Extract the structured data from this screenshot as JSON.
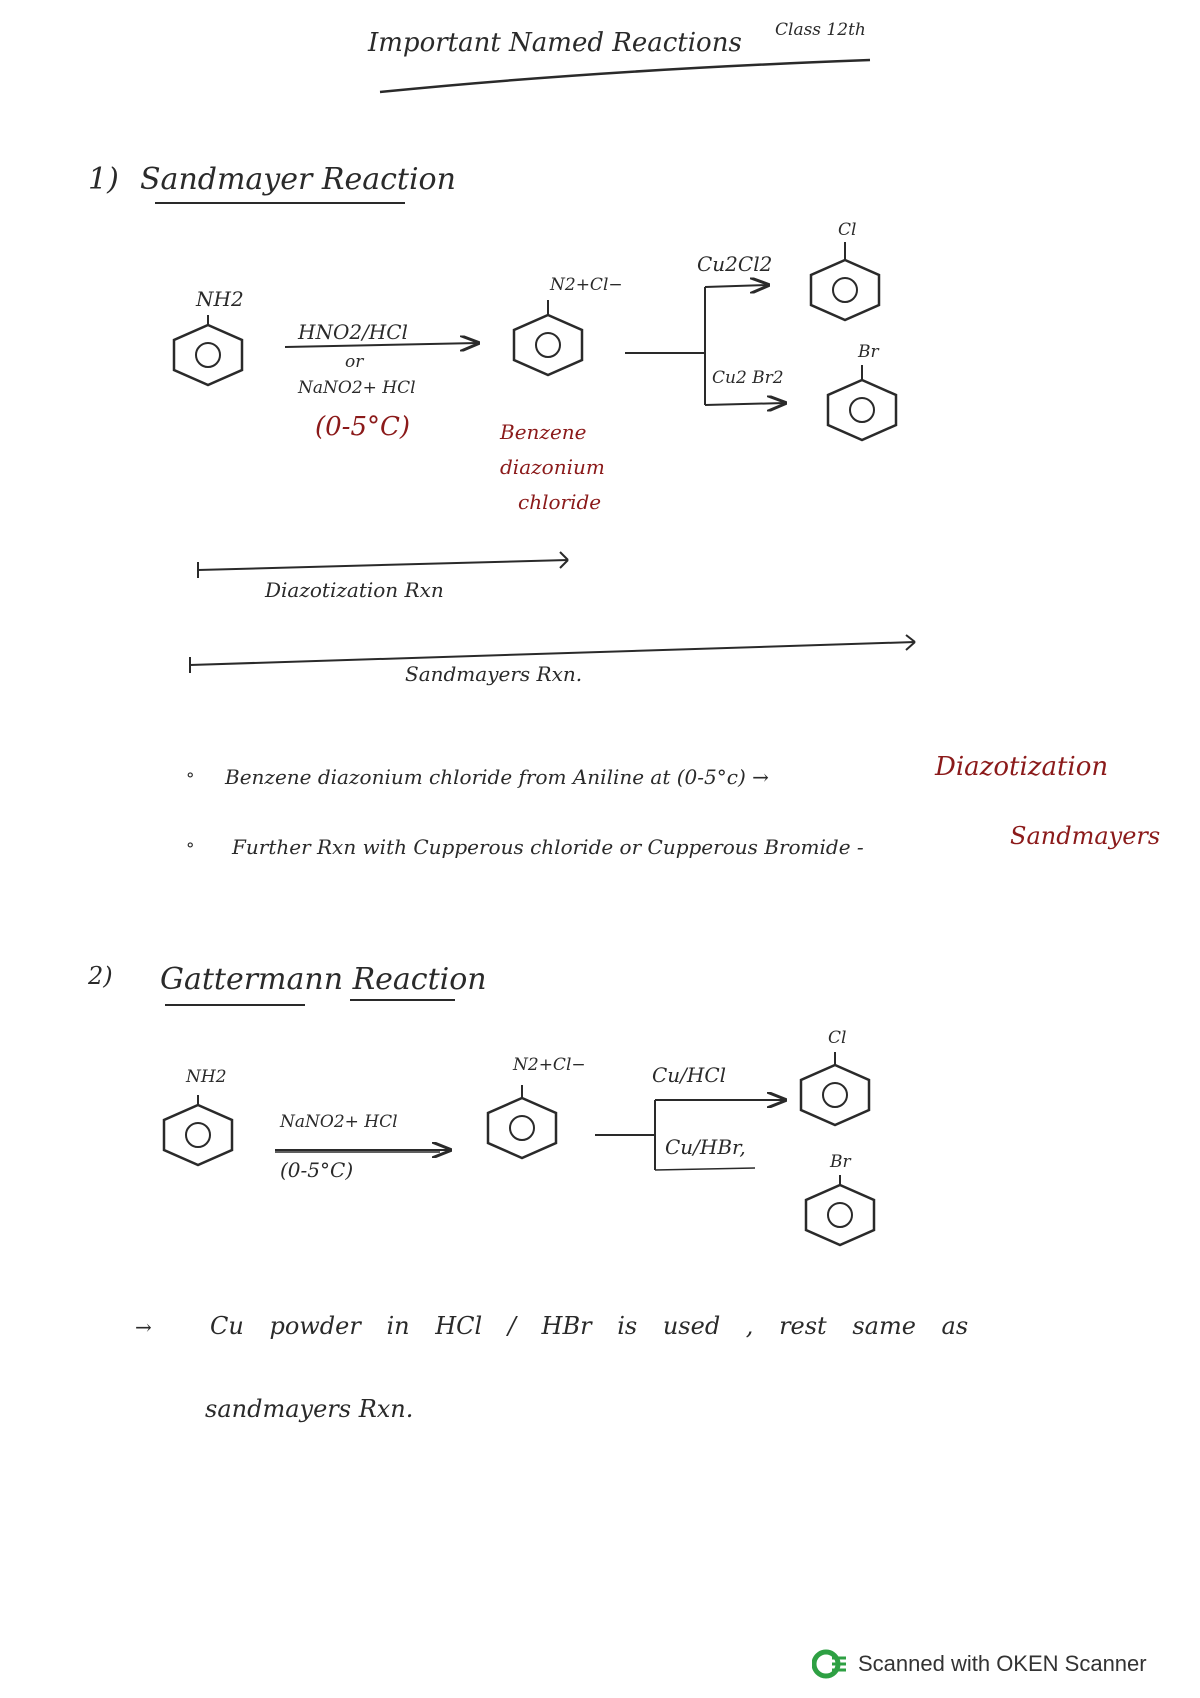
{
  "header": {
    "title": "Important Named Reactions",
    "class_label": "Class 12th"
  },
  "section1": {
    "number": "1)",
    "title": "Sandmayer Reaction",
    "reactant": "NH2",
    "reagent_top": "HNO2/HCl",
    "reagent_or": "or",
    "reagent_bottom": "NaNO2+ HCl",
    "temperature": "(0-5°C)",
    "intermediate_label": "N2+Cl−",
    "intermediate_name": [
      "Benzene",
      "diazonium",
      "chloride"
    ],
    "branch_top_reagent": "Cu2Cl2",
    "branch_bottom_reagent": "Cu2 Br2",
    "product_top": "Cl",
    "product_bottom": "Br",
    "diazotization_label": "Diazotization Rxn",
    "sandmayers_label": "Sandmayers Rxn.",
    "notes": [
      {
        "bullet": "°",
        "text": "Benzene diazonium chloride from Aniline at (0-5°c) →",
        "highlight": "Diazotization"
      },
      {
        "bullet": "°",
        "text": "Further Rxn with Cupperous chloride or Cupperous Bromide -",
        "highlight": "Sandmayers"
      }
    ]
  },
  "section2": {
    "number": "2)",
    "title": "Gattermann Reaction",
    "reactant": "NH2",
    "reagent": "NaNO2+ HCl",
    "temperature": "(0-5°C)",
    "intermediate_label": "N2+Cl−",
    "branch_top_reagent": "Cu/HCl",
    "branch_bottom_reagent": "Cu/HBr,",
    "product_top": "Cl",
    "product_bottom": "Br",
    "note_arrow": "→",
    "note_line1": "Cu powder in HCl / HBr is used , rest same as",
    "note_line2": "sandmayers Rxn."
  },
  "footer": {
    "scanner_text": "Scanned with OKEN Scanner"
  },
  "colors": {
    "ink": "#2a2a2a",
    "red_ink": "#8b1a1a",
    "scanner_green": "#2ea043"
  }
}
